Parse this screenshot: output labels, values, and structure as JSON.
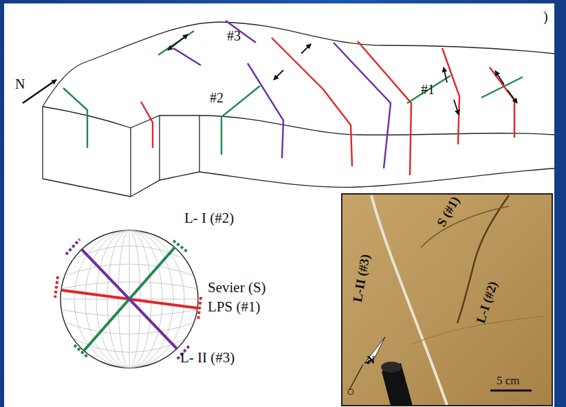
{
  "diagram": {
    "labels": [
      ")",
      "N",
      "#3",
      "#2",
      "#1",
      "L- I (#2)",
      "Sevier (S)",
      "LPS (#1)",
      "L- II (#3)",
      "L-II (#3)",
      "S (#1)",
      "L-I (#2)",
      "N",
      "5 cm"
    ]
  }
}
